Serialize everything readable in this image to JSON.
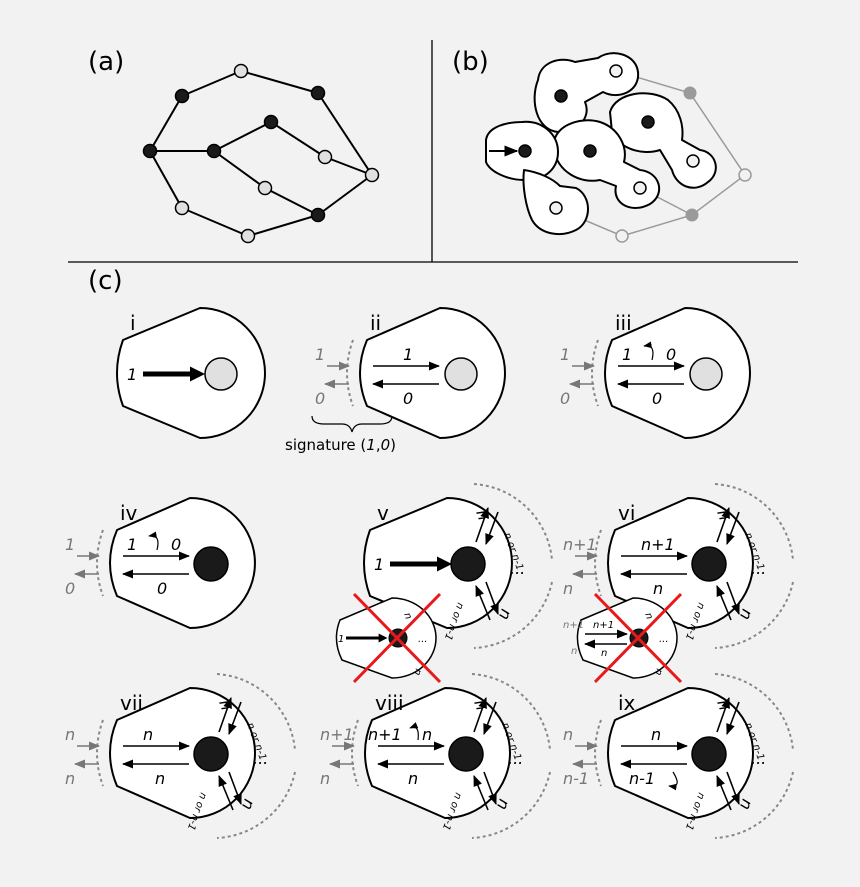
{
  "panels": {
    "a": "(a)",
    "b": "(b)",
    "c": "(c)"
  },
  "cells": [
    "i",
    "ii",
    "iii",
    "iv",
    "v",
    "vi",
    "vii",
    "viii",
    "ix"
  ],
  "labels": {
    "one": "1",
    "zero": "0",
    "n": "n",
    "n_plus_1": "n+1",
    "n_minus_1": "n-1",
    "n_or_n_minus_1": "n or n-1",
    "ellipsis": "...",
    "signature_prefix": "signature (",
    "signature_one": "1",
    "signature_comma": ",",
    "signature_zero": "0",
    "signature_suffix": ")"
  },
  "colors": {
    "background": "#f2f2f2",
    "black_node": "#1a1a1a",
    "light_node": "#e0e0e0",
    "grey": "#9a9a9a",
    "red_cross": "#e8191b"
  }
}
